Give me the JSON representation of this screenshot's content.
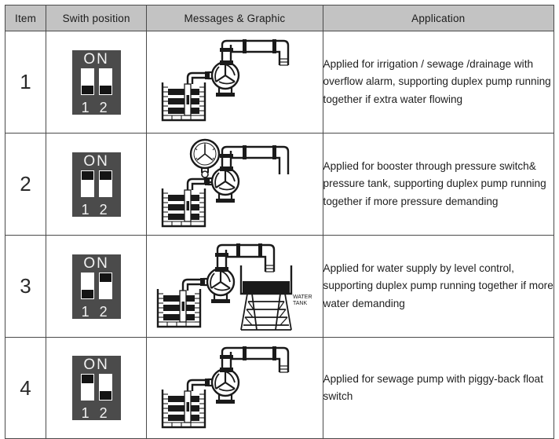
{
  "table": {
    "headers": {
      "item": "Item",
      "switch_position": "Swith position",
      "messages_graphic": "Messages & Graphic",
      "application": "Application"
    },
    "rows": [
      {
        "item": "1",
        "switch": {
          "on_label": "ON",
          "switch_1_number": "1",
          "switch_2_number": "2",
          "switch_1_state": "down",
          "switch_2_state": "down"
        },
        "graphic": {
          "name": "pump-with-reservoir-and-discharge",
          "has_pressure_gauge": false,
          "has_water_tank": false,
          "tank_label": ""
        },
        "application": "Applied for irrigation / sewage /drainage with overflow alarm, supporting duplex pump running together if extra water flowing"
      },
      {
        "item": "2",
        "switch": {
          "on_label": "ON",
          "switch_1_number": "1",
          "switch_2_number": "2",
          "switch_1_state": "up",
          "switch_2_state": "up"
        },
        "graphic": {
          "name": "pump-with-pressure-gauge",
          "has_pressure_gauge": true,
          "has_water_tank": false,
          "tank_label": ""
        },
        "application": "Applied for booster through pressure switch& pressure tank, supporting duplex pump running together if more pressure demanding"
      },
      {
        "item": "3",
        "switch": {
          "on_label": "ON",
          "switch_1_number": "1",
          "switch_2_number": "2",
          "switch_1_state": "down",
          "switch_2_state": "up"
        },
        "graphic": {
          "name": "pump-with-elevated-water-tank",
          "has_pressure_gauge": false,
          "has_water_tank": true,
          "tank_label": "WATER TANK"
        },
        "application": "Applied for water supply by level control, supporting duplex pump running together if more water demanding"
      },
      {
        "item": "4",
        "switch": {
          "on_label": "ON",
          "switch_1_number": "1",
          "switch_2_number": "2",
          "switch_1_state": "up",
          "switch_2_state": "down"
        },
        "graphic": {
          "name": "pump-with-reservoir-and-discharge",
          "has_pressure_gauge": false,
          "has_water_tank": false,
          "tank_label": ""
        },
        "application": "Applied for sewage pump with piggy-back float switch"
      }
    ]
  },
  "colors": {
    "header_background": "#c3c3c3",
    "border": "#4a4a4a",
    "switch_body": "#4b4b4b",
    "switch_lever": "#ffffff",
    "switch_tab": "#141414",
    "diagram_ink": "#1a1a1a"
  }
}
